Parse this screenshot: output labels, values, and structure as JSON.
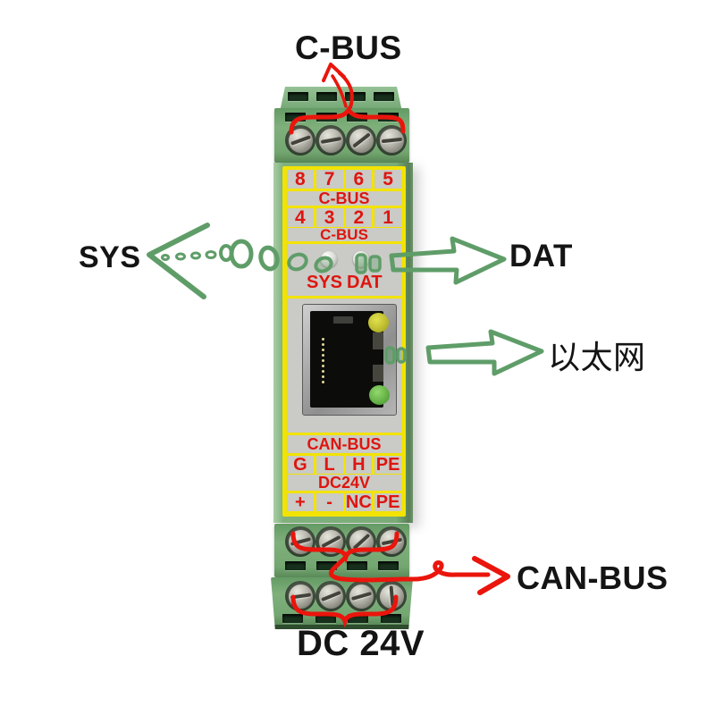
{
  "annotations": {
    "top": "C-BUS",
    "left_sys": "SYS",
    "right_dat": "DAT",
    "right_ethernet": "以太网",
    "right_canbus": "CAN-BUS",
    "bottom_dc": "DC 24V"
  },
  "label_panel": {
    "row_top_numbers": [
      "8",
      "7",
      "6",
      "5"
    ],
    "row_top_bus": "C-BUS",
    "row_mid_numbers": [
      "4",
      "3",
      "2",
      "1"
    ],
    "row_mid_bus": "C-BUS",
    "led_labels": [
      "SYS",
      "DAT"
    ],
    "row_canbus_title": "CAN-BUS",
    "row_canbus_pins": [
      "G",
      "L",
      "H",
      "PE"
    ],
    "row_power_title": "DC24V",
    "row_power_pins": [
      "+",
      "-",
      "NC",
      "PE"
    ]
  },
  "icons": {
    "leds": [
      "sys-led",
      "dat-led"
    ],
    "port": "rj45-ethernet-port",
    "port_leds": [
      "yellow-link-led",
      "green-link-led"
    ]
  },
  "colors": {
    "device_green": "#7aab77",
    "label_yellow": "#f2e300",
    "label_gray": "#cacac6",
    "label_text_red": "#de1510",
    "annotation_red": "#ea150c",
    "annotation_green": "#5f9d68",
    "annotation_text": "#141414"
  }
}
